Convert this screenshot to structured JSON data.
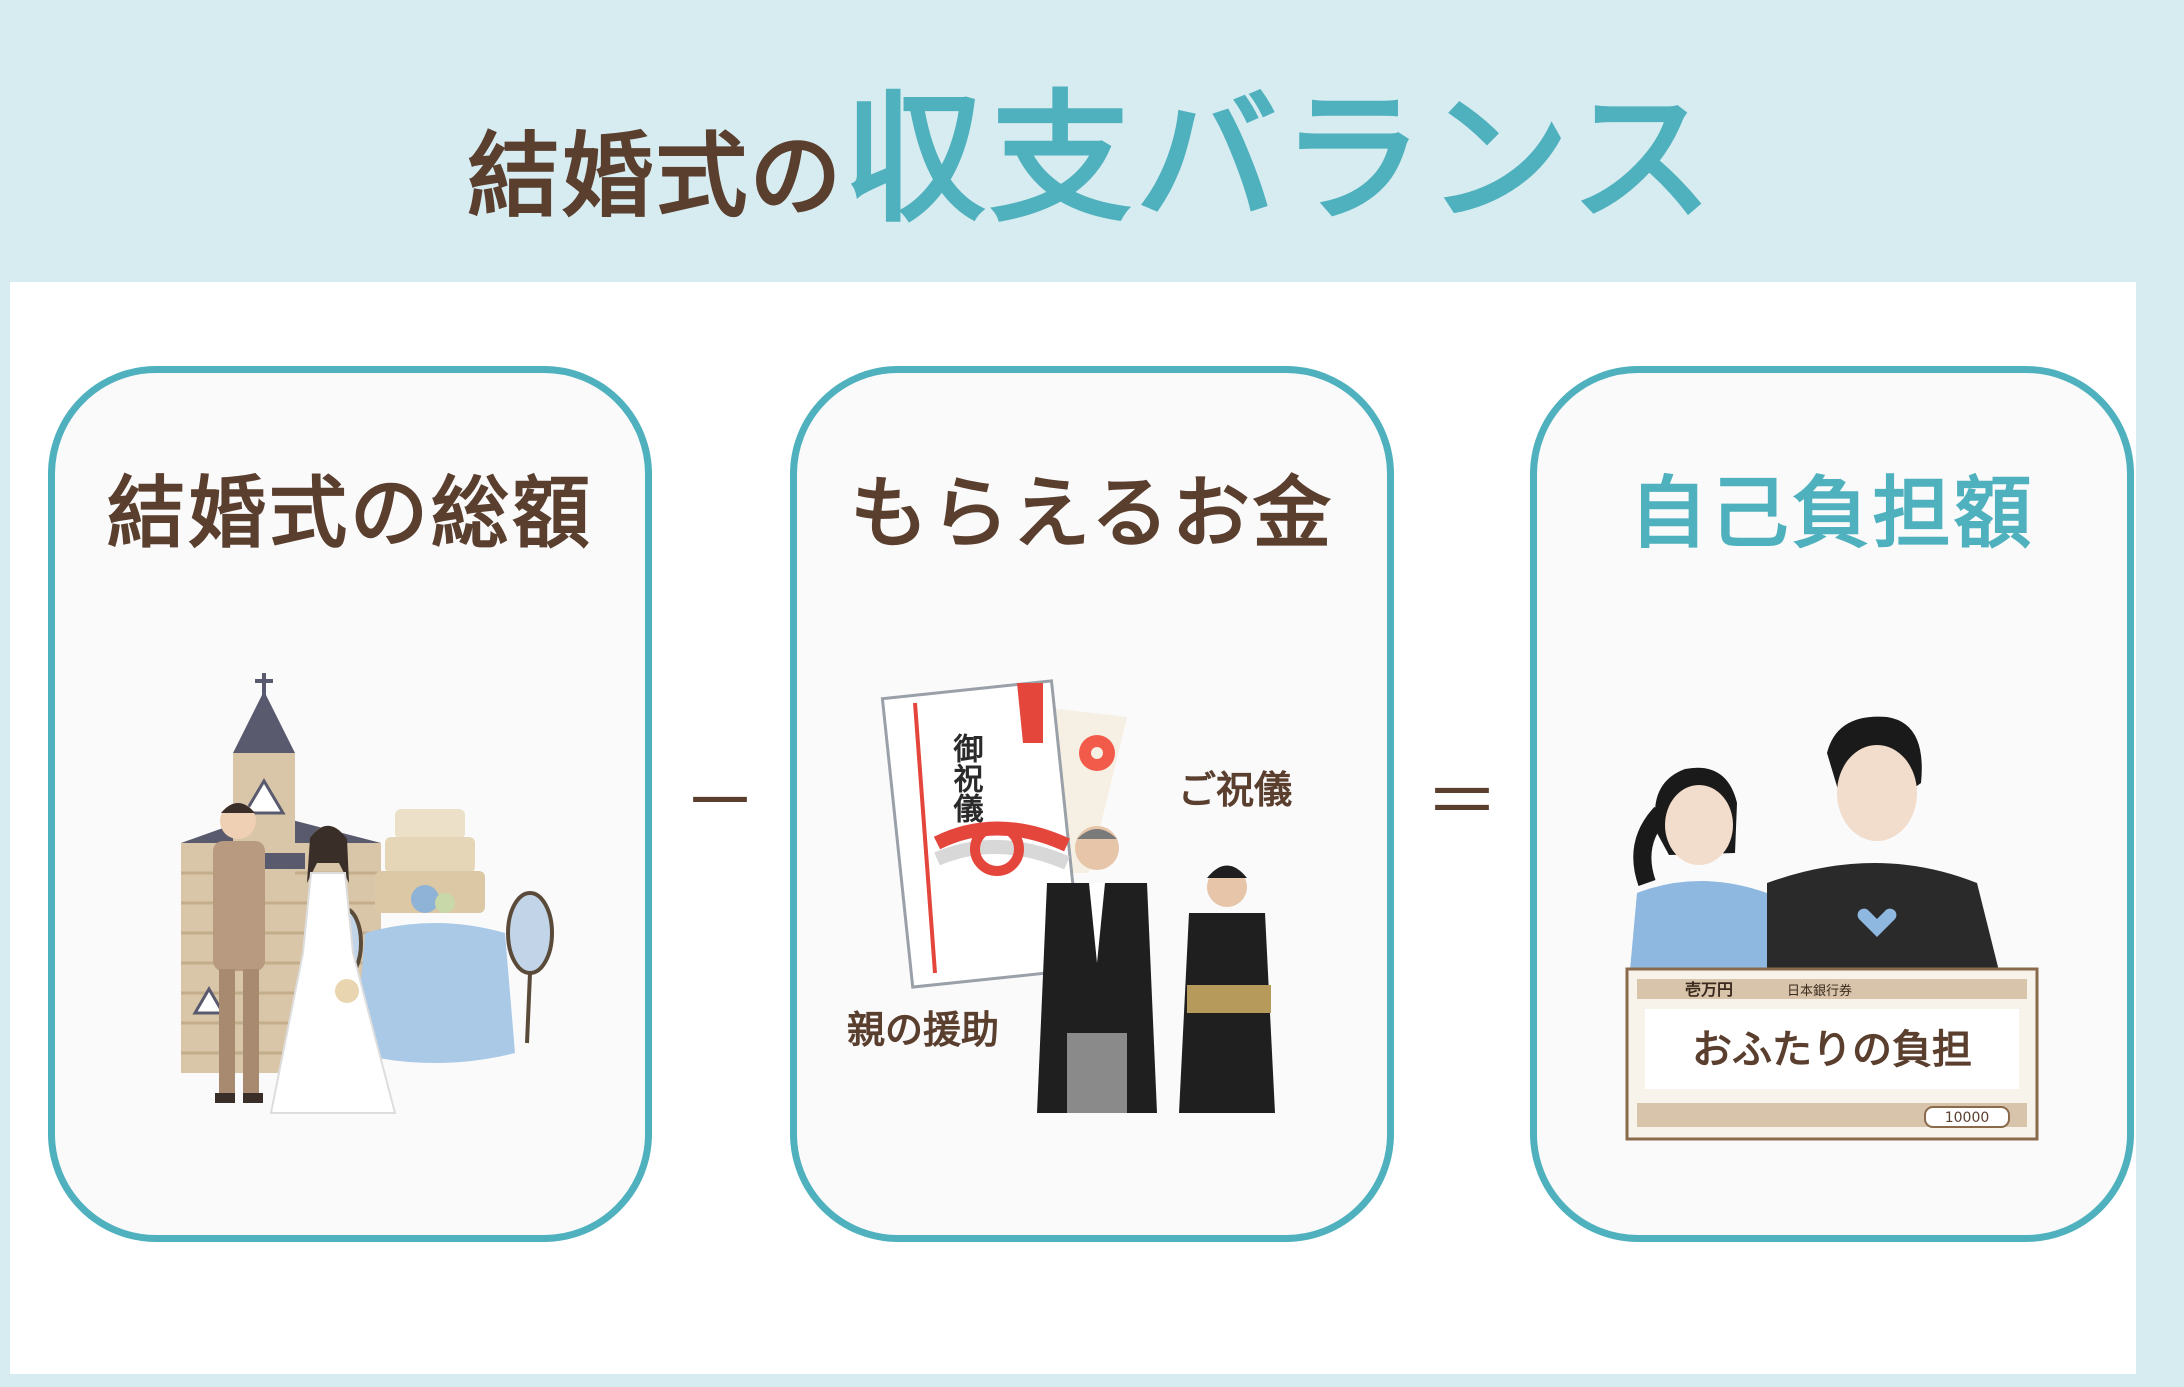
{
  "header": {
    "title_prefix": "結婚式の",
    "title_highlight": "収支バランス"
  },
  "cards": [
    {
      "title": "結婚式の総額"
    },
    {
      "title": "もらえるお金",
      "label_gift": "ご祝儀",
      "label_parents": "親の援助",
      "envelope_text": "御祝儀"
    },
    {
      "title": "自己負担額",
      "banknote_text": "おふたりの負担",
      "banknote_corner": "壱万円",
      "banknote_issuer": "日本銀行券",
      "banknote_number": "10000"
    }
  ],
  "operators": {
    "minus": "－",
    "equals": "＝"
  },
  "colors": {
    "accent": "#4fb1bd",
    "brown": "#5a3e2e",
    "header_bg": "#d6ecf1"
  },
  "icons": [
    "church-icon",
    "wedding-couple-icon",
    "cake-icon",
    "shugi-envelope-icon",
    "parents-icon",
    "couple-icon",
    "banknote-icon"
  ]
}
